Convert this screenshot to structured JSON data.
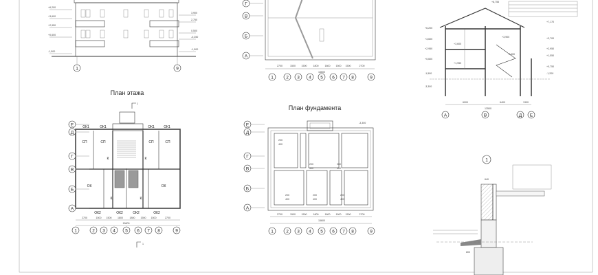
{
  "sheet": {
    "facade": {
      "axes": [
        "1",
        "9"
      ],
      "levels_left": [
        "+6,200",
        "+3,600",
        "+2,950",
        "+0,600",
        "-1,500"
      ],
      "levels_right": [
        "3,900",
        "2,750",
        "0,500",
        "-0,250",
        "-1,500"
      ]
    },
    "roof_plan": {
      "axes_rows": [
        "Г",
        "В",
        "Б",
        "А"
      ],
      "axes_cols": [
        "1",
        "2",
        "3",
        "4",
        "5",
        "6",
        "7",
        "8",
        "9"
      ],
      "dims": [
        "2700",
        "1500",
        "1500",
        "1800",
        "1800",
        "1500",
        "1500",
        "2700"
      ],
      "total": "15600"
    },
    "floor_plan": {
      "title": "План этажа",
      "section_mark": "1",
      "axes_rows": [
        "Е",
        "Д",
        "Г",
        "В",
        "Б",
        "А"
      ],
      "axes_cols": [
        "1",
        "2",
        "3",
        "4",
        "5",
        "6",
        "7",
        "8",
        "9"
      ],
      "windows_top": [
        "ОК1",
        "ОК1",
        "ОК1",
        "ОК1"
      ],
      "windows_bottom": [
        "ОК2",
        "ОК2",
        "ОК2",
        "ОК2"
      ],
      "rooms": [
        "СП",
        "СП",
        "СП",
        "СП",
        "К",
        "К",
        "ОК",
        "ОК",
        "К",
        "К"
      ],
      "dims": [
        "2700",
        "1500",
        "1500",
        "1800",
        "1800",
        "1500",
        "1500",
        "2700"
      ],
      "total": "15600"
    },
    "foundation_plan": {
      "title": "План фундамента",
      "level": "-3,300",
      "axes_rows": [
        "Е",
        "Д",
        "Г",
        "В",
        "Б",
        "А"
      ],
      "axes_cols": [
        "1",
        "2",
        "3",
        "4",
        "5",
        "6",
        "7",
        "8",
        "9"
      ],
      "dims": [
        "2700",
        "1500",
        "1500",
        "1800",
        "1800",
        "1500",
        "1500",
        "2700"
      ],
      "total": "15600",
      "pad_labels": [
        "200",
        "400"
      ]
    },
    "section": {
      "axes": [
        "А",
        "В",
        "Д",
        "Е"
      ],
      "levels_left": [
        "+6,200",
        "+3,600",
        "+2,950",
        "+0,600",
        "-1,500",
        "-3,300"
      ],
      "levels_right": [
        "+7,170",
        "+3,700",
        "+2,950",
        "+1,550",
        "+0,750",
        "-1,200"
      ],
      "inner_levels": [
        "+3,900",
        "+3,600",
        "0,600",
        "+1,950"
      ],
      "ridge": "+8,755",
      "dims": [
        "6000",
        "6400",
        "1300"
      ],
      "total": "13500"
    },
    "detail": {
      "mark": "1",
      "wall_dim": "640",
      "blind_area": "800"
    }
  }
}
